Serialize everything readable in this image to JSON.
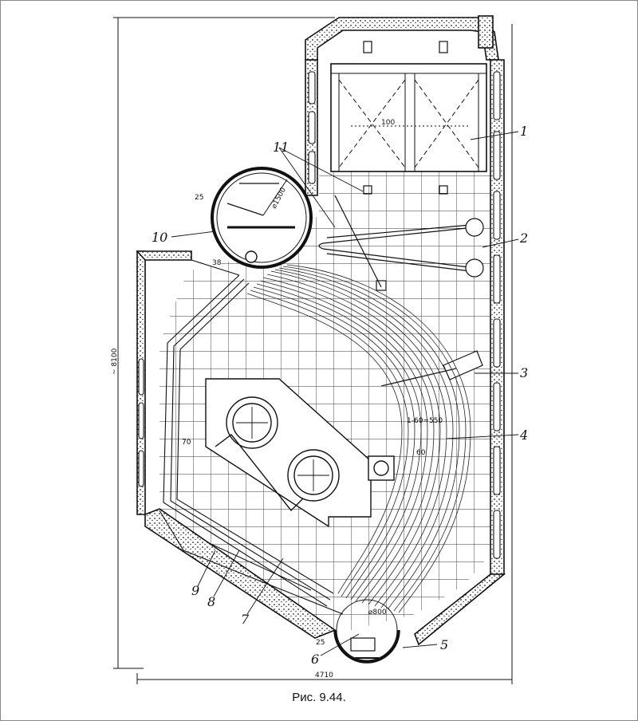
{
  "caption": "Рис. 9.44.",
  "callouts": [
    "1",
    "2",
    "3",
    "4",
    "5",
    "6",
    "7",
    "8",
    "9",
    "10",
    "11"
  ],
  "dimensions": {
    "height": "~ 8100",
    "width": "4710",
    "upper_drum_diameter": "⌀1500",
    "lower_drum_diameter": "⌀800",
    "drum_wall_upper": "25",
    "drum_wall_lower": "25",
    "pipe_38": "38",
    "tile_100": "100",
    "tile_70": "70",
    "tile_60": "60",
    "bundle_pitch": "1-60=550"
  },
  "colors": {
    "line": "#1a1a1a",
    "background": "#ffffff"
  }
}
